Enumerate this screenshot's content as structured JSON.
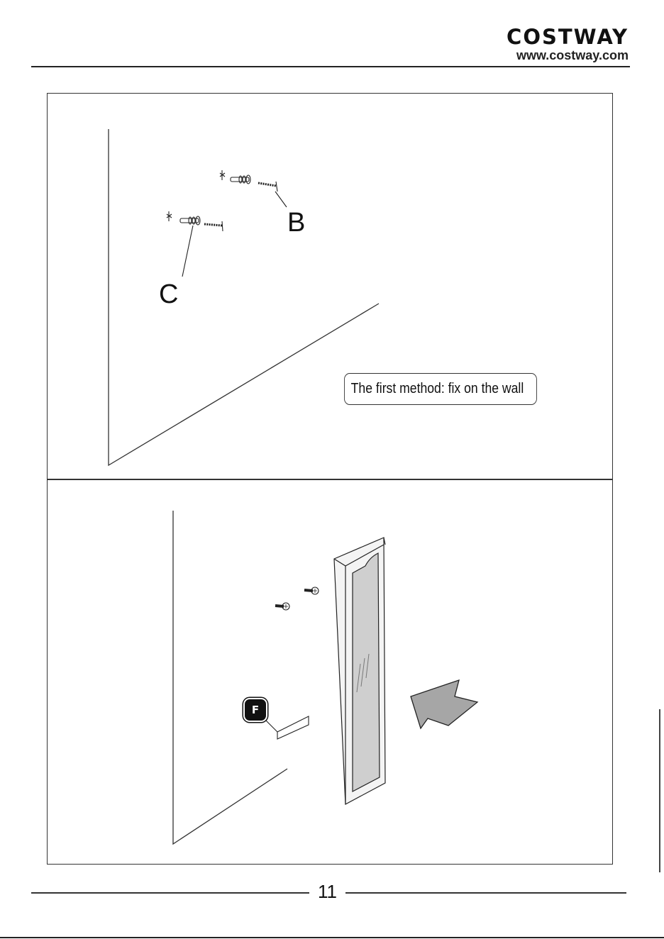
{
  "header": {
    "brand_name": "COSTWAY",
    "brand_url": "www.costway.com"
  },
  "step_wall_fix": {
    "label_b": "B",
    "label_c": "C",
    "method_caption": "The first method: fix on the wall"
  },
  "step_mount_mirror": {
    "part_f_label": "F",
    "arrow_color": "#a6a6a6",
    "mirror_glass_color": "#cfcfcf"
  },
  "footer": {
    "page_number": "11"
  }
}
